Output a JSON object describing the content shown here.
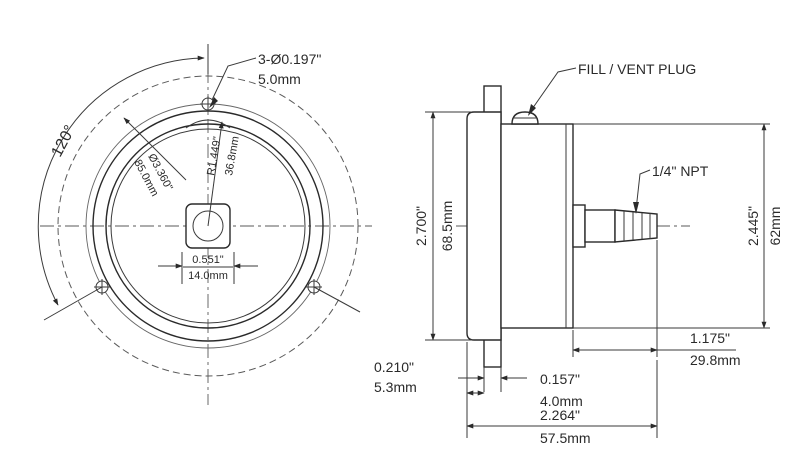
{
  "front_view": {
    "angle_label": "120°",
    "hole_label_line1": "3-Ø0.197\"",
    "hole_label_line2": "5.0mm",
    "diameter_in": "Ø3.360\"",
    "diameter_mm": "85.0mm",
    "radius_in": "R1.449\"",
    "radius_mm": "36.8mm",
    "hex_in": "0.551\"",
    "hex_mm": "14.0mm"
  },
  "side_view": {
    "vent_label": "FILL / VENT PLUG",
    "npt_label": "1/4\" NPT",
    "height_in": "2.700\"",
    "height_mm": "68.5mm",
    "case_height_in": "2.445\"",
    "case_height_mm": "62mm",
    "stem_in": "1.175\"",
    "stem_mm": "29.8mm",
    "flange_in": "0.210\"",
    "flange_mm": "5.3mm",
    "gap_in": "0.157\"",
    "gap_mm": "4.0mm",
    "depth_in": "2.264\"",
    "depth_mm": "57.5mm"
  }
}
